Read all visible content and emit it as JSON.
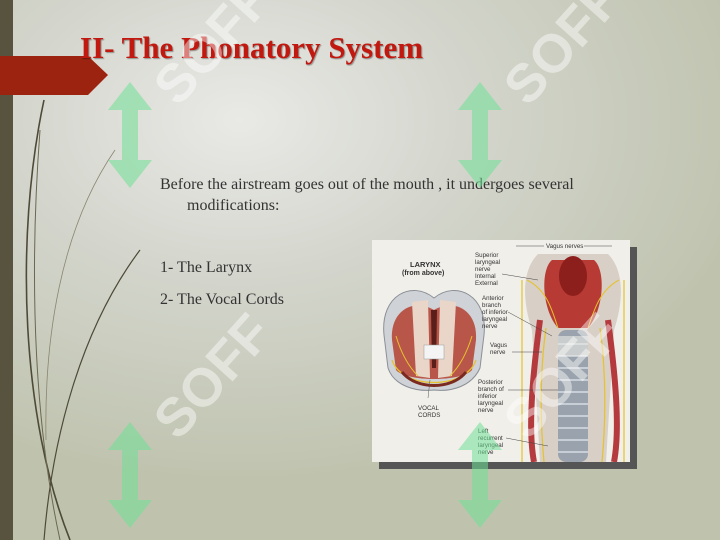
{
  "slide": {
    "title": "II- The Phonatory System",
    "intro": "Before the airstream goes out of the mouth , it undergoes several modifications:",
    "points": [
      "1- The Larynx",
      "2- The Vocal Cords"
    ]
  },
  "figure": {
    "larynx_title": "LARYNX",
    "larynx_subtitle": "(from above)",
    "vocal_cords": [
      "VOCAL",
      "CORDS"
    ],
    "vagus_nerves": "Vagus nerves",
    "superior_laryngeal": [
      "Superior",
      "laryngeal",
      "nerve",
      "Internal",
      "External"
    ],
    "anterior_branch": [
      "Anterior",
      "branch",
      "of inferior",
      "laryngeal",
      "nerve"
    ],
    "vagus_nerve": [
      "Vagus",
      "nerve"
    ],
    "posterior_branch": [
      "Posterior",
      "branch of",
      "inferior",
      "laryngeal",
      "nerve"
    ],
    "left_recurrent": [
      "Left",
      "recurrent",
      "laryngeal",
      "nerve"
    ]
  },
  "watermark": {
    "text": "SOFF"
  },
  "colors": {
    "title": "#c1180f",
    "accent_bar": "#9c2310",
    "left_bar": "#58533f",
    "watermark": "#6fe095"
  }
}
